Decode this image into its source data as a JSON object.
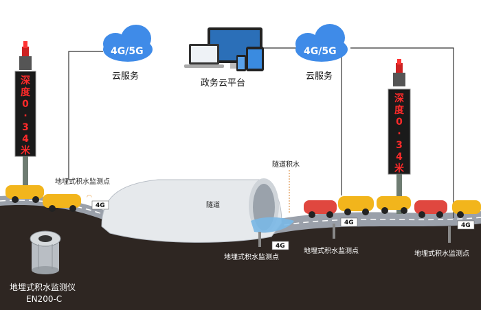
{
  "cloud_left": {
    "label": "4G/5G",
    "caption": "云服务"
  },
  "cloud_right": {
    "label": "4G/5G",
    "caption": "云服务"
  },
  "platform": {
    "caption": "政务云平台"
  },
  "sign_left": {
    "chars": [
      "深",
      "度",
      "0",
      "·",
      "3",
      "4",
      "米"
    ]
  },
  "sign_right": {
    "chars": [
      "深",
      "度",
      "0",
      "·",
      "3",
      "4",
      "米"
    ]
  },
  "tunnel": {
    "label": "隧道"
  },
  "tunnel_water": {
    "label": "隧道积水"
  },
  "sensor_points": [
    {
      "label": "地埋式积水监测点",
      "tag": "4G"
    },
    {
      "label": "地埋式积水监测点",
      "tag": "4G"
    },
    {
      "label": "地埋式积水监测点",
      "tag": "4G"
    },
    {
      "label": "地埋式积水监测点",
      "tag": "4G"
    }
  ],
  "device": {
    "name": "地埋式积水监测仪",
    "model": "EN200-C"
  },
  "colors": {
    "cloud": "#3f8be8",
    "ground": "#2e2622",
    "road": "#8a8f99",
    "tunnel": "#e9ecef",
    "sign_bg": "#1a1a1a",
    "sign_text": "#ff2a2a",
    "water": "#6fb3e6",
    "car_yellow": "#f2b51c",
    "car_red": "#e0473f"
  }
}
